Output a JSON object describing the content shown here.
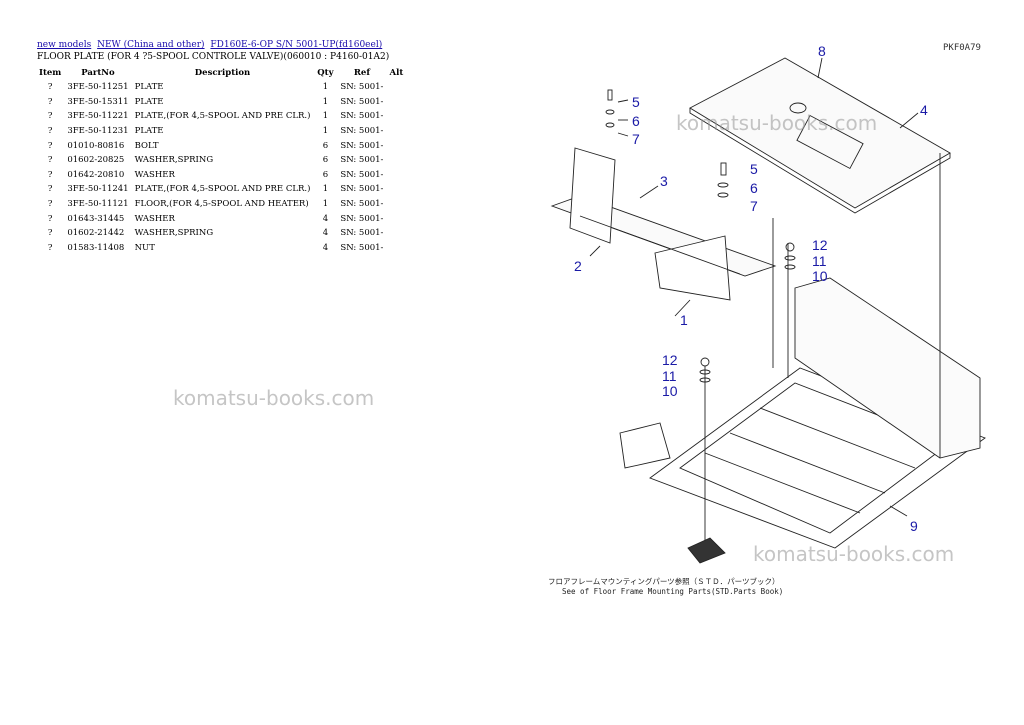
{
  "breadcrumb": {
    "link1": "new models",
    "link2": "NEW (China and other)",
    "link3": "FD160E-6-OP S/N 5001-UP(fd160eel)"
  },
  "page_title": "FLOOR PLATE (FOR 4 ?5-SPOOL CONTROLE VALVE)(060010 : P4160-01A2)",
  "table": {
    "headers": [
      "Item",
      "PartNo",
      "Description",
      "Qty",
      "Ref",
      "Alt"
    ],
    "rows": [
      {
        "item": "?",
        "part": "3FE-50-11251",
        "desc": "PLATE",
        "qty": "1",
        "ref": "SN: 5001-",
        "alt": ""
      },
      {
        "item": "?",
        "part": "3FE-50-15311",
        "desc": "PLATE",
        "qty": "1",
        "ref": "SN: 5001-",
        "alt": ""
      },
      {
        "item": "?",
        "part": "3FE-50-11221",
        "desc": "PLATE,(FOR 4,5-SPOOL AND PRE CLR.)",
        "qty": "1",
        "ref": "SN: 5001-",
        "alt": ""
      },
      {
        "item": "?",
        "part": "3FE-50-11231",
        "desc": "PLATE",
        "qty": "1",
        "ref": "SN: 5001-",
        "alt": ""
      },
      {
        "item": "?",
        "part": "01010-80816",
        "desc": "BOLT",
        "qty": "6",
        "ref": "SN: 5001-",
        "alt": ""
      },
      {
        "item": "?",
        "part": "01602-20825",
        "desc": "WASHER,SPRING",
        "qty": "6",
        "ref": "SN: 5001-",
        "alt": ""
      },
      {
        "item": "?",
        "part": "01642-20810",
        "desc": "WASHER",
        "qty": "6",
        "ref": "SN: 5001-",
        "alt": ""
      },
      {
        "item": "?",
        "part": "3FE-50-11241",
        "desc": "PLATE,(FOR 4,5-SPOOL AND PRE CLR.)",
        "qty": "1",
        "ref": "SN: 5001-",
        "alt": ""
      },
      {
        "item": "?",
        "part": "3FE-50-11121",
        "desc": "FLOOR,(FOR 4,5-SPOOL AND HEATER)",
        "qty": "1",
        "ref": "SN: 5001-",
        "alt": ""
      },
      {
        "item": "?",
        "part": "01643-31445",
        "desc": "WASHER",
        "qty": "4",
        "ref": "SN: 5001-",
        "alt": ""
      },
      {
        "item": "?",
        "part": "01602-21442",
        "desc": "WASHER,SPRING",
        "qty": "4",
        "ref": "SN: 5001-",
        "alt": ""
      },
      {
        "item": "?",
        "part": "01583-11408",
        "desc": "NUT",
        "qty": "4",
        "ref": "SN: 5001-",
        "alt": ""
      }
    ]
  },
  "watermark_text": "komatsu-books.com",
  "diagram": {
    "figure_code": "PKF0A79",
    "caption_jp": "フロアフレームマウンティングパーツ参照（ＳＴＤ．パーツブック）",
    "caption_en": "See of Floor Frame Mounting Parts(STD.Parts Book)",
    "callouts": [
      "1",
      "2",
      "3",
      "4",
      "5",
      "6",
      "7",
      "8",
      "9",
      "10",
      "11",
      "12"
    ],
    "callout_color": "#1a1aa6"
  }
}
